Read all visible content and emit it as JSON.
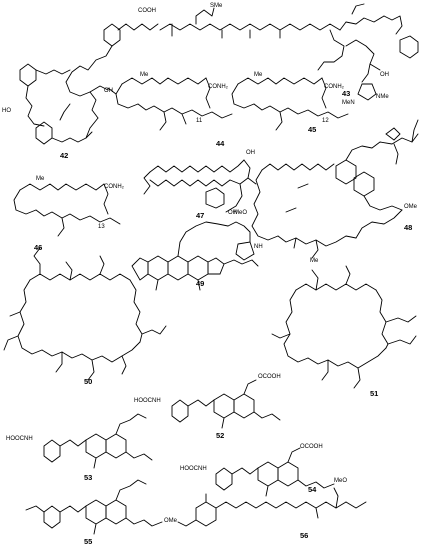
{
  "compounds": [
    {
      "id": "42"
    },
    {
      "id": "43"
    },
    {
      "id": "44"
    },
    {
      "id": "45"
    },
    {
      "id": "46"
    },
    {
      "id": "47"
    },
    {
      "id": "48"
    },
    {
      "id": "49"
    },
    {
      "id": "50"
    },
    {
      "id": "51"
    },
    {
      "id": "52"
    },
    {
      "id": "53"
    },
    {
      "id": "54"
    },
    {
      "id": "55"
    },
    {
      "id": "56"
    }
  ],
  "atom_labels": {
    "cooh": "COOH",
    "sme": "SMe",
    "me": "Me",
    "conh2": "CONH₂",
    "ho": "HO",
    "oh": "OH",
    "nh": "NH",
    "o": "O",
    "s": "S",
    "n": "N",
    "h": "H",
    "nme": "NMe",
    "mene": "MeN",
    "ome": "OMe",
    "meo": "MeO",
    "hoocnh": "HOOCNH",
    "ocooh": "OCOOH",
    "sub11": "11",
    "sub12": "12",
    "sub13": "13"
  }
}
